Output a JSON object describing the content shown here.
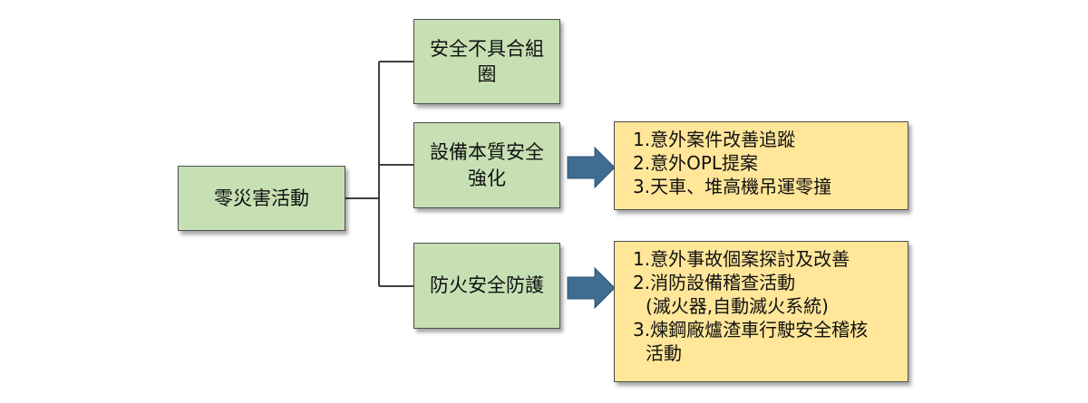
{
  "colors": {
    "node_fill": "#c6e0b4",
    "detail_fill": "#ffe699",
    "border": "#4d4d4d",
    "connector": "#404040",
    "arrow_fill": "#3f6d91"
  },
  "root": {
    "label": "零災害活動"
  },
  "branches": [
    {
      "label": "安全不具合組圈"
    },
    {
      "label": "設備本質安全強化",
      "details": [
        "1.意外案件改善追蹤",
        "2.意外OPL提案",
        "3.天車、堆高機吊運零撞"
      ]
    },
    {
      "label": "防火安全防護",
      "details": [
        "1.意外事故個案探討及改善",
        "2.消防設備稽查活動",
        "(滅火器,自動滅火系統)",
        "3.煉鋼廠爐渣車行駛安全稽核",
        "活動"
      ]
    }
  ]
}
